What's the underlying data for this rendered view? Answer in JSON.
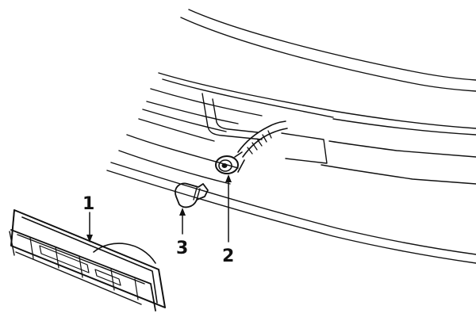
{
  "callouts": {
    "c1": "1",
    "c2": "2",
    "c3": "3"
  },
  "colors": {
    "line": "#111111",
    "background": "#ffffff"
  }
}
